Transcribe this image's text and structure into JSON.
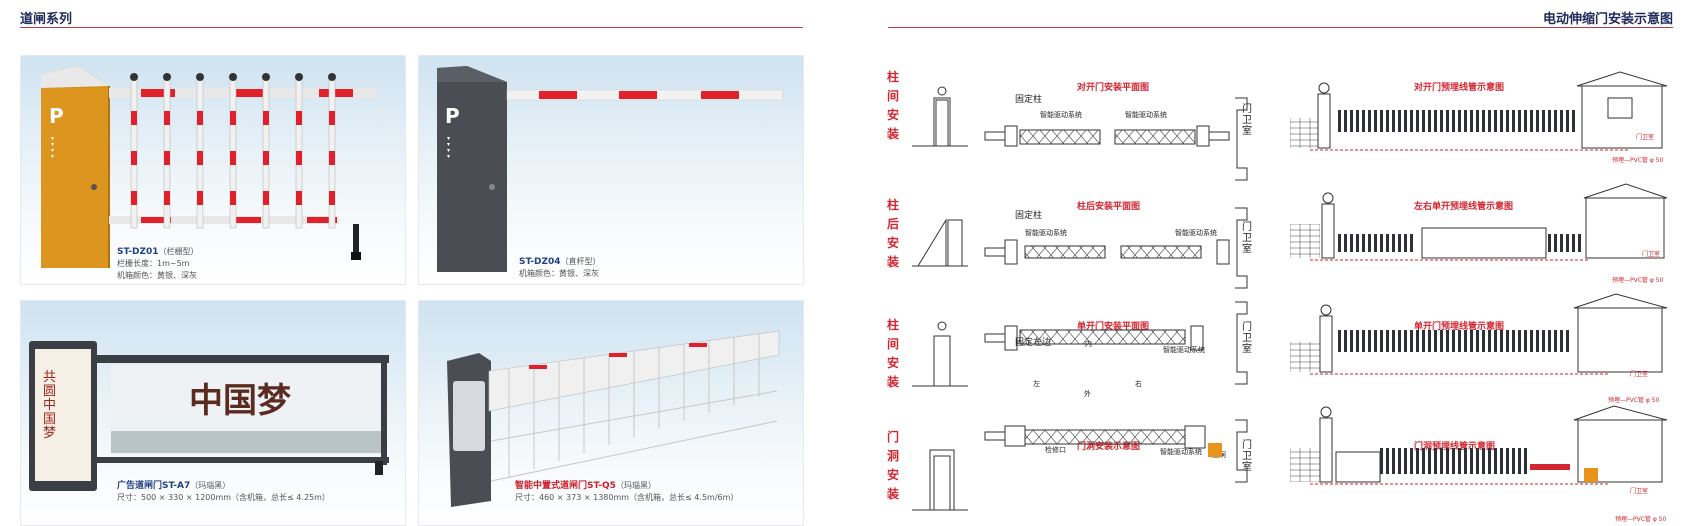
{
  "left_header": {
    "title": "道闸系列"
  },
  "right_header": {
    "title": "电动伸缩门安装示意图"
  },
  "products": [
    {
      "name": "ST-DZ01",
      "type": "（栏栅型）",
      "spec1": "栏栅长度：1m~5m",
      "spec2": "机箱颜色：黄银、深灰",
      "logo": "P"
    },
    {
      "name": "ST-DZ04",
      "type": "（直杆型）",
      "spec1": "机箱颜色：黄银、深灰",
      "logo": "P"
    },
    {
      "name": "广告道闸门ST-A7",
      "type": "（玛瑙黑）",
      "spec1": "尺寸：500 × 330 × 1200mm（含机箱，总长≤ 4.25m）"
    },
    {
      "name": "智能中置式道闸门ST-Q5",
      "type": "（玛瑙黑）",
      "spec1": "尺寸：460 × 373 × 1380mm（含机箱，总长≤ 4.5m/6m）"
    }
  ],
  "billboard": {
    "big": "中国梦",
    "side": "共圆中国梦"
  },
  "install_rows": [
    {
      "label": "柱间安装",
      "plan_title": "对开门安装平面图",
      "pipe_title": "对开门预埋线管示意图",
      "fixed": "固定柱",
      "sys1": "智能驱动系统",
      "sys2": "智能驱动系统"
    },
    {
      "label": "柱后安装",
      "plan_title": "柱后安装平面图",
      "pipe_title": "左右单开预埋线管示意图",
      "fixed": "固定柱",
      "sys1": "智能驱动系统",
      "sys2": "智能驱动系统"
    },
    {
      "label": "柱间安装",
      "plan_title": "单开门安装平面图",
      "pipe_title": "单开门预埋线管示意图",
      "fixed": "固定左边",
      "sys1": "智能驱动系统",
      "inside": "内",
      "outside": "外",
      "left": "左",
      "right": "右"
    },
    {
      "label": "门洞安装",
      "plan_title": "门洞安装示意图",
      "pipe_title": "门洞预埋线管示意图",
      "fixed": "检修口",
      "sys1": "智能驱动系统",
      "door": "遥闸"
    }
  ],
  "guard_room": "门卫室",
  "guard_small": "门卫室",
  "pvc_note": "预埋—PVC管 φ 50",
  "colors": {
    "accent_red": "#d22630",
    "navy": "#1e2a5a",
    "orange": "#e8a020"
  }
}
